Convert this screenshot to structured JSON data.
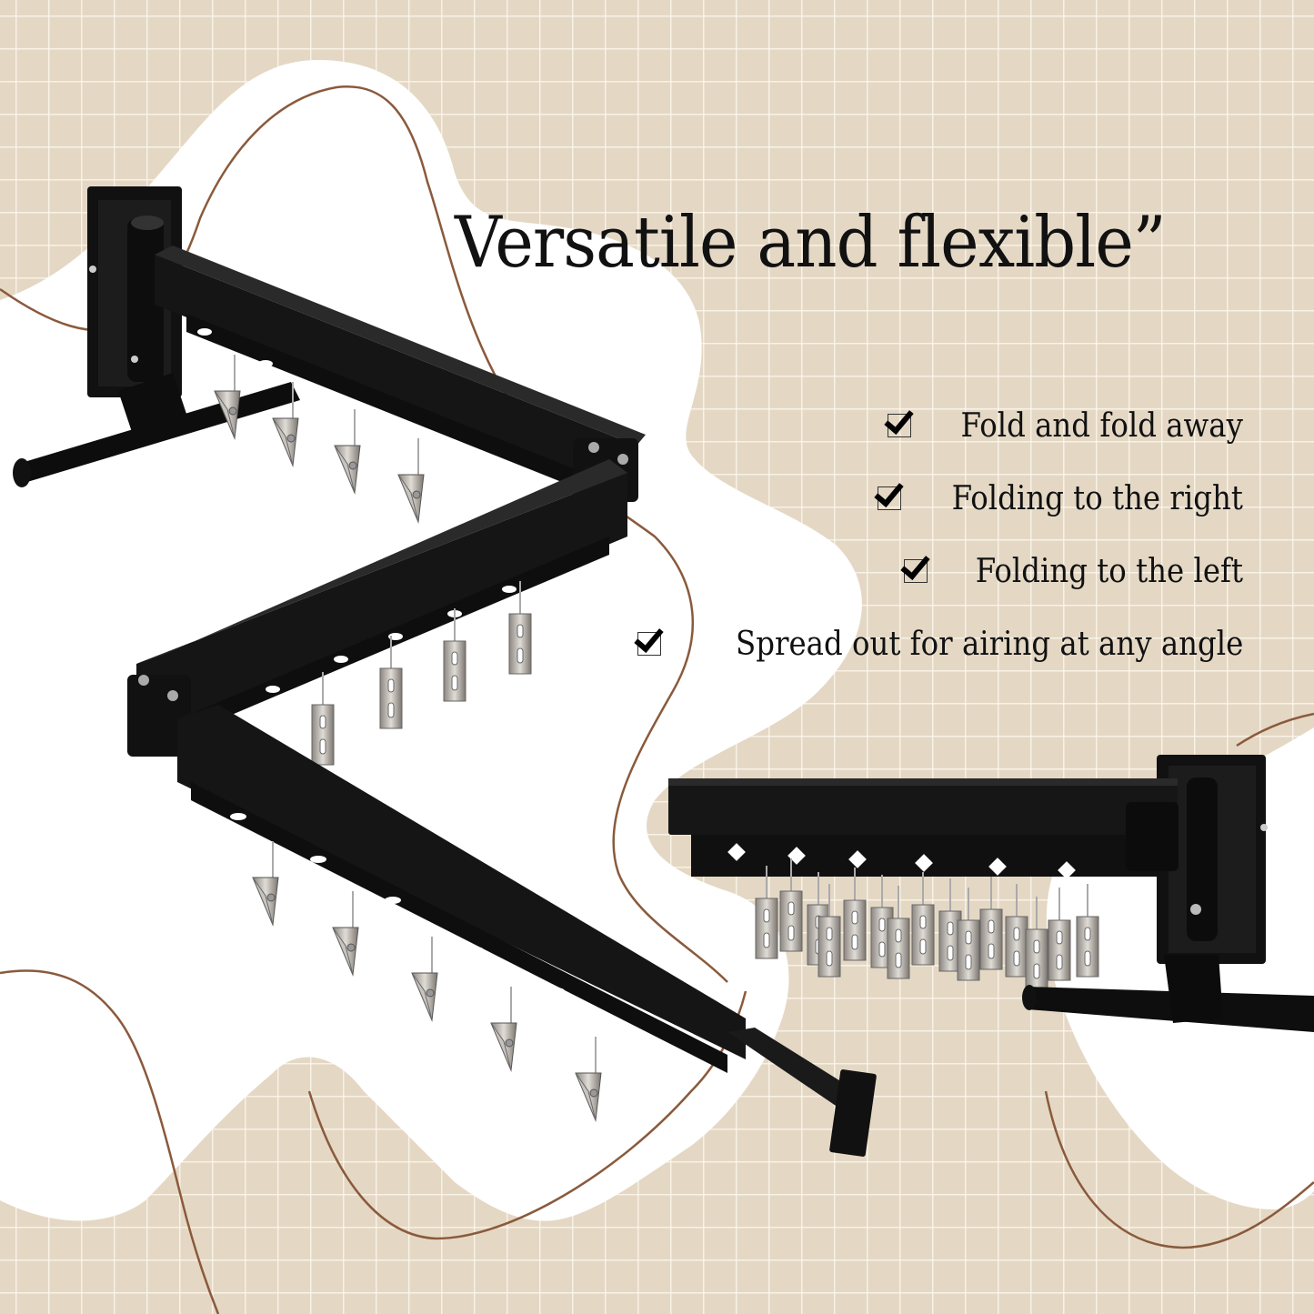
{
  "headline": "Versatile and flexible”",
  "features": [
    {
      "label": "Fold and fold away",
      "icon": "checkbox-checked-icon"
    },
    {
      "label": "Folding to the right",
      "icon": "checkbox-checked-icon"
    },
    {
      "label": "Folding to the left",
      "icon": "checkbox-checked-icon"
    },
    {
      "label": "Spread out for airing at any angle",
      "icon": "checkbox-checked-icon"
    }
  ],
  "products": {
    "main": "Wall-mounted folding clothes drying rack, unfolded in zigzag with clips",
    "inset": "Wall-mounted folding clothes drying rack, folded flat with clips"
  },
  "colors": {
    "background": "#e4d8c5",
    "grid_line": "#fbf5ea",
    "blob": "#ffffff",
    "curve": "#8a5a3c",
    "rack": "#151515",
    "clip": "#b8b2ab",
    "text": "#111111"
  }
}
